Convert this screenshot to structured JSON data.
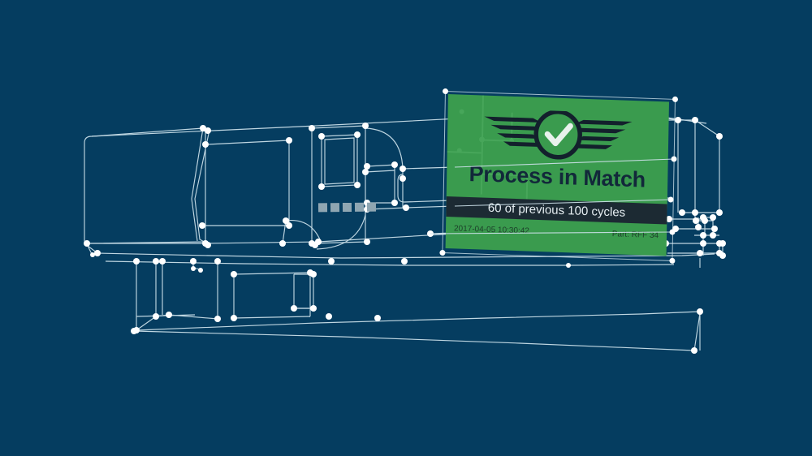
{
  "scene": {
    "title": "injection-molding-machine-wireframe",
    "background_color": "#053d60",
    "wire_color": "#cfe3ec",
    "node_color": "#ffffff"
  },
  "panel": {
    "status_title": "Process in Match",
    "cycles_text": "60 of previous 100 cycles",
    "timestamp": "2017-04-05  10:30:42",
    "part_label": "Part: RFF 34",
    "background_color": "#3a9b4e",
    "bar_color": "#1c2a33",
    "text_color": "#12283a",
    "logo": "winged-check-badge-icon"
  },
  "machine": {
    "panel_buttons": [
      "btn-1",
      "btn-2",
      "btn-3",
      "btn-4",
      "btn-5"
    ],
    "button_color": "#8fa6b2",
    "screen_label": "control-screen"
  }
}
